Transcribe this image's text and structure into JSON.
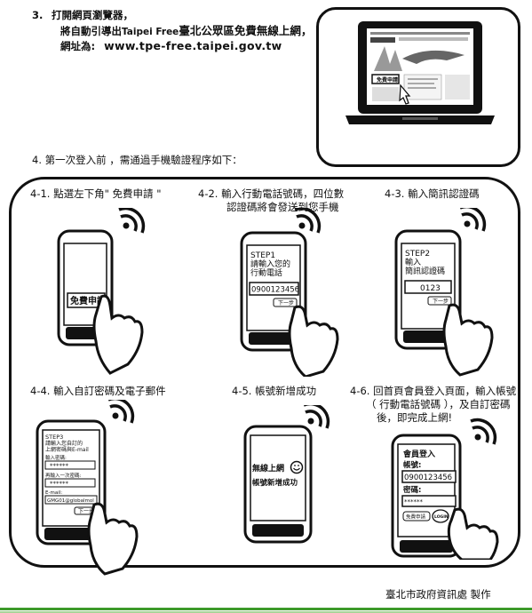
{
  "step3": {
    "number": "3.",
    "line1": "打開網頁瀏覽器，",
    "line2_prefix": "將自動引導出",
    "line2_brand": "Taipei Free",
    "line2_suffix": "臺北公眾區免費無線上網，",
    "line3_label": "網址為:",
    "url": "www.tpe-free.taipei.gov.tw"
  },
  "step4": {
    "heading": "4. 第一次登入前 ，需通過手機驗證程序如下："
  },
  "substeps": [
    {
      "label": "4-1.  點選左下角\" 免費申請 \""
    },
    {
      "label_line1": "4-2.  輸入行動電話號碼，四位數",
      "label_line2": "認證碼將會發送到您手機"
    },
    {
      "label": "4-3.  輸入簡訊認證碼"
    },
    {
      "label": "4-4.  輸入自訂密碼及電子郵件"
    },
    {
      "label": "4-5.  帳號新增成功"
    },
    {
      "label_line1": "4-6.  回首頁會員登入頁面，輸入帳號",
      "label_line2": "（ 行動電話號碼 ），及自訂密碼",
      "label_line3": "後，即完成上網!"
    }
  ],
  "phones": {
    "p1": {
      "button": "免費申請"
    },
    "p2": {
      "title1": "STEP1",
      "title2": "請輸入您的",
      "title3": "行動電話",
      "input": "0900123456",
      "next": "下一步"
    },
    "p3": {
      "title1": "STEP2",
      "title2": "輸入",
      "title3": "簡訊認證碼",
      "input": "0123",
      "next": "下一步"
    },
    "p4": {
      "title1": "STEP3",
      "title2": "請輸入您自訂的",
      "title3": "上網密碼與E-mail",
      "pw_label": "輸入密碼:",
      "pw": "******",
      "pw2_label": "再輸入一次密碼:",
      "pw2": "******",
      "mail_label": "E-mail:",
      "mail": "GMG01@globalmol",
      "next": "下一步"
    },
    "p5": {
      "line1": "無線上網",
      "line2": "帳號新增成功"
    },
    "p6": {
      "title": "會員登入",
      "acct_label": "帳號:",
      "acct": "0900123456",
      "pw_label": "密碼:",
      "pw": "******",
      "apply": "免費申請",
      "login": "LOGIN"
    }
  },
  "footer": {
    "credit": "臺北市政府資訊處  製作"
  },
  "colors": {
    "accent_green": "#3d9a2b",
    "light_green": "#a8d49a",
    "ink": "#111111"
  }
}
